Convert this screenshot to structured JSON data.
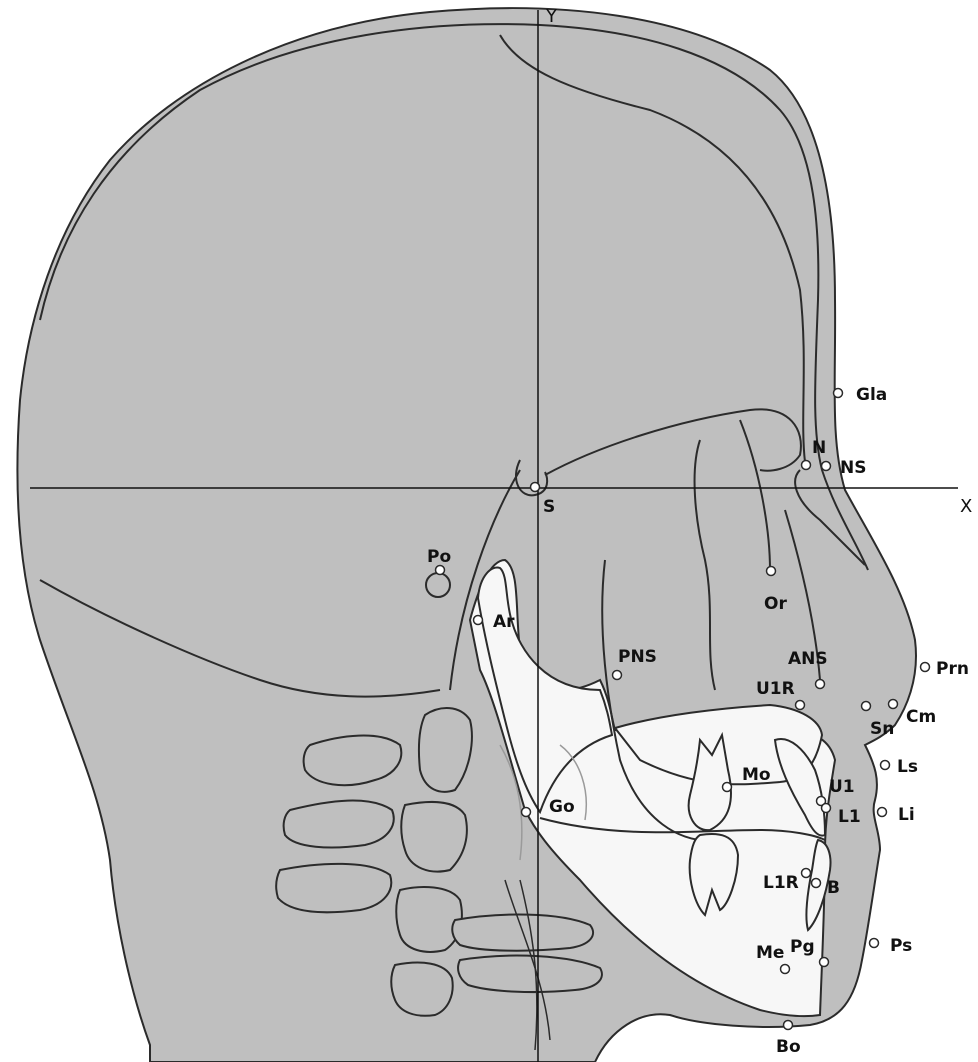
{
  "axes": {
    "x_label": "X",
    "y_label": "Y"
  },
  "landmarks": {
    "gla": "Gla",
    "n": "N",
    "ns": "NS",
    "s": "S",
    "po": "Po",
    "or": "Or",
    "ar": "Ar",
    "pns": "PNS",
    "ans": "ANS",
    "prn": "Prn",
    "u1r": "U1R",
    "cm": "Cm",
    "sn": "Sn",
    "ls": "Ls",
    "mo": "Mo",
    "u1": "U1",
    "l1": "L1",
    "li": "Li",
    "go": "Go",
    "l1r": "L1R",
    "b": "B",
    "me": "Me",
    "pg": "Pg",
    "ps": "Ps",
    "bo": "Bo"
  },
  "colors": {
    "head_fill": "#bfbfbf",
    "bone_fill": "#f7f7f7",
    "stroke": "#2b2b2b",
    "landmark_fill": "#ffffff"
  }
}
